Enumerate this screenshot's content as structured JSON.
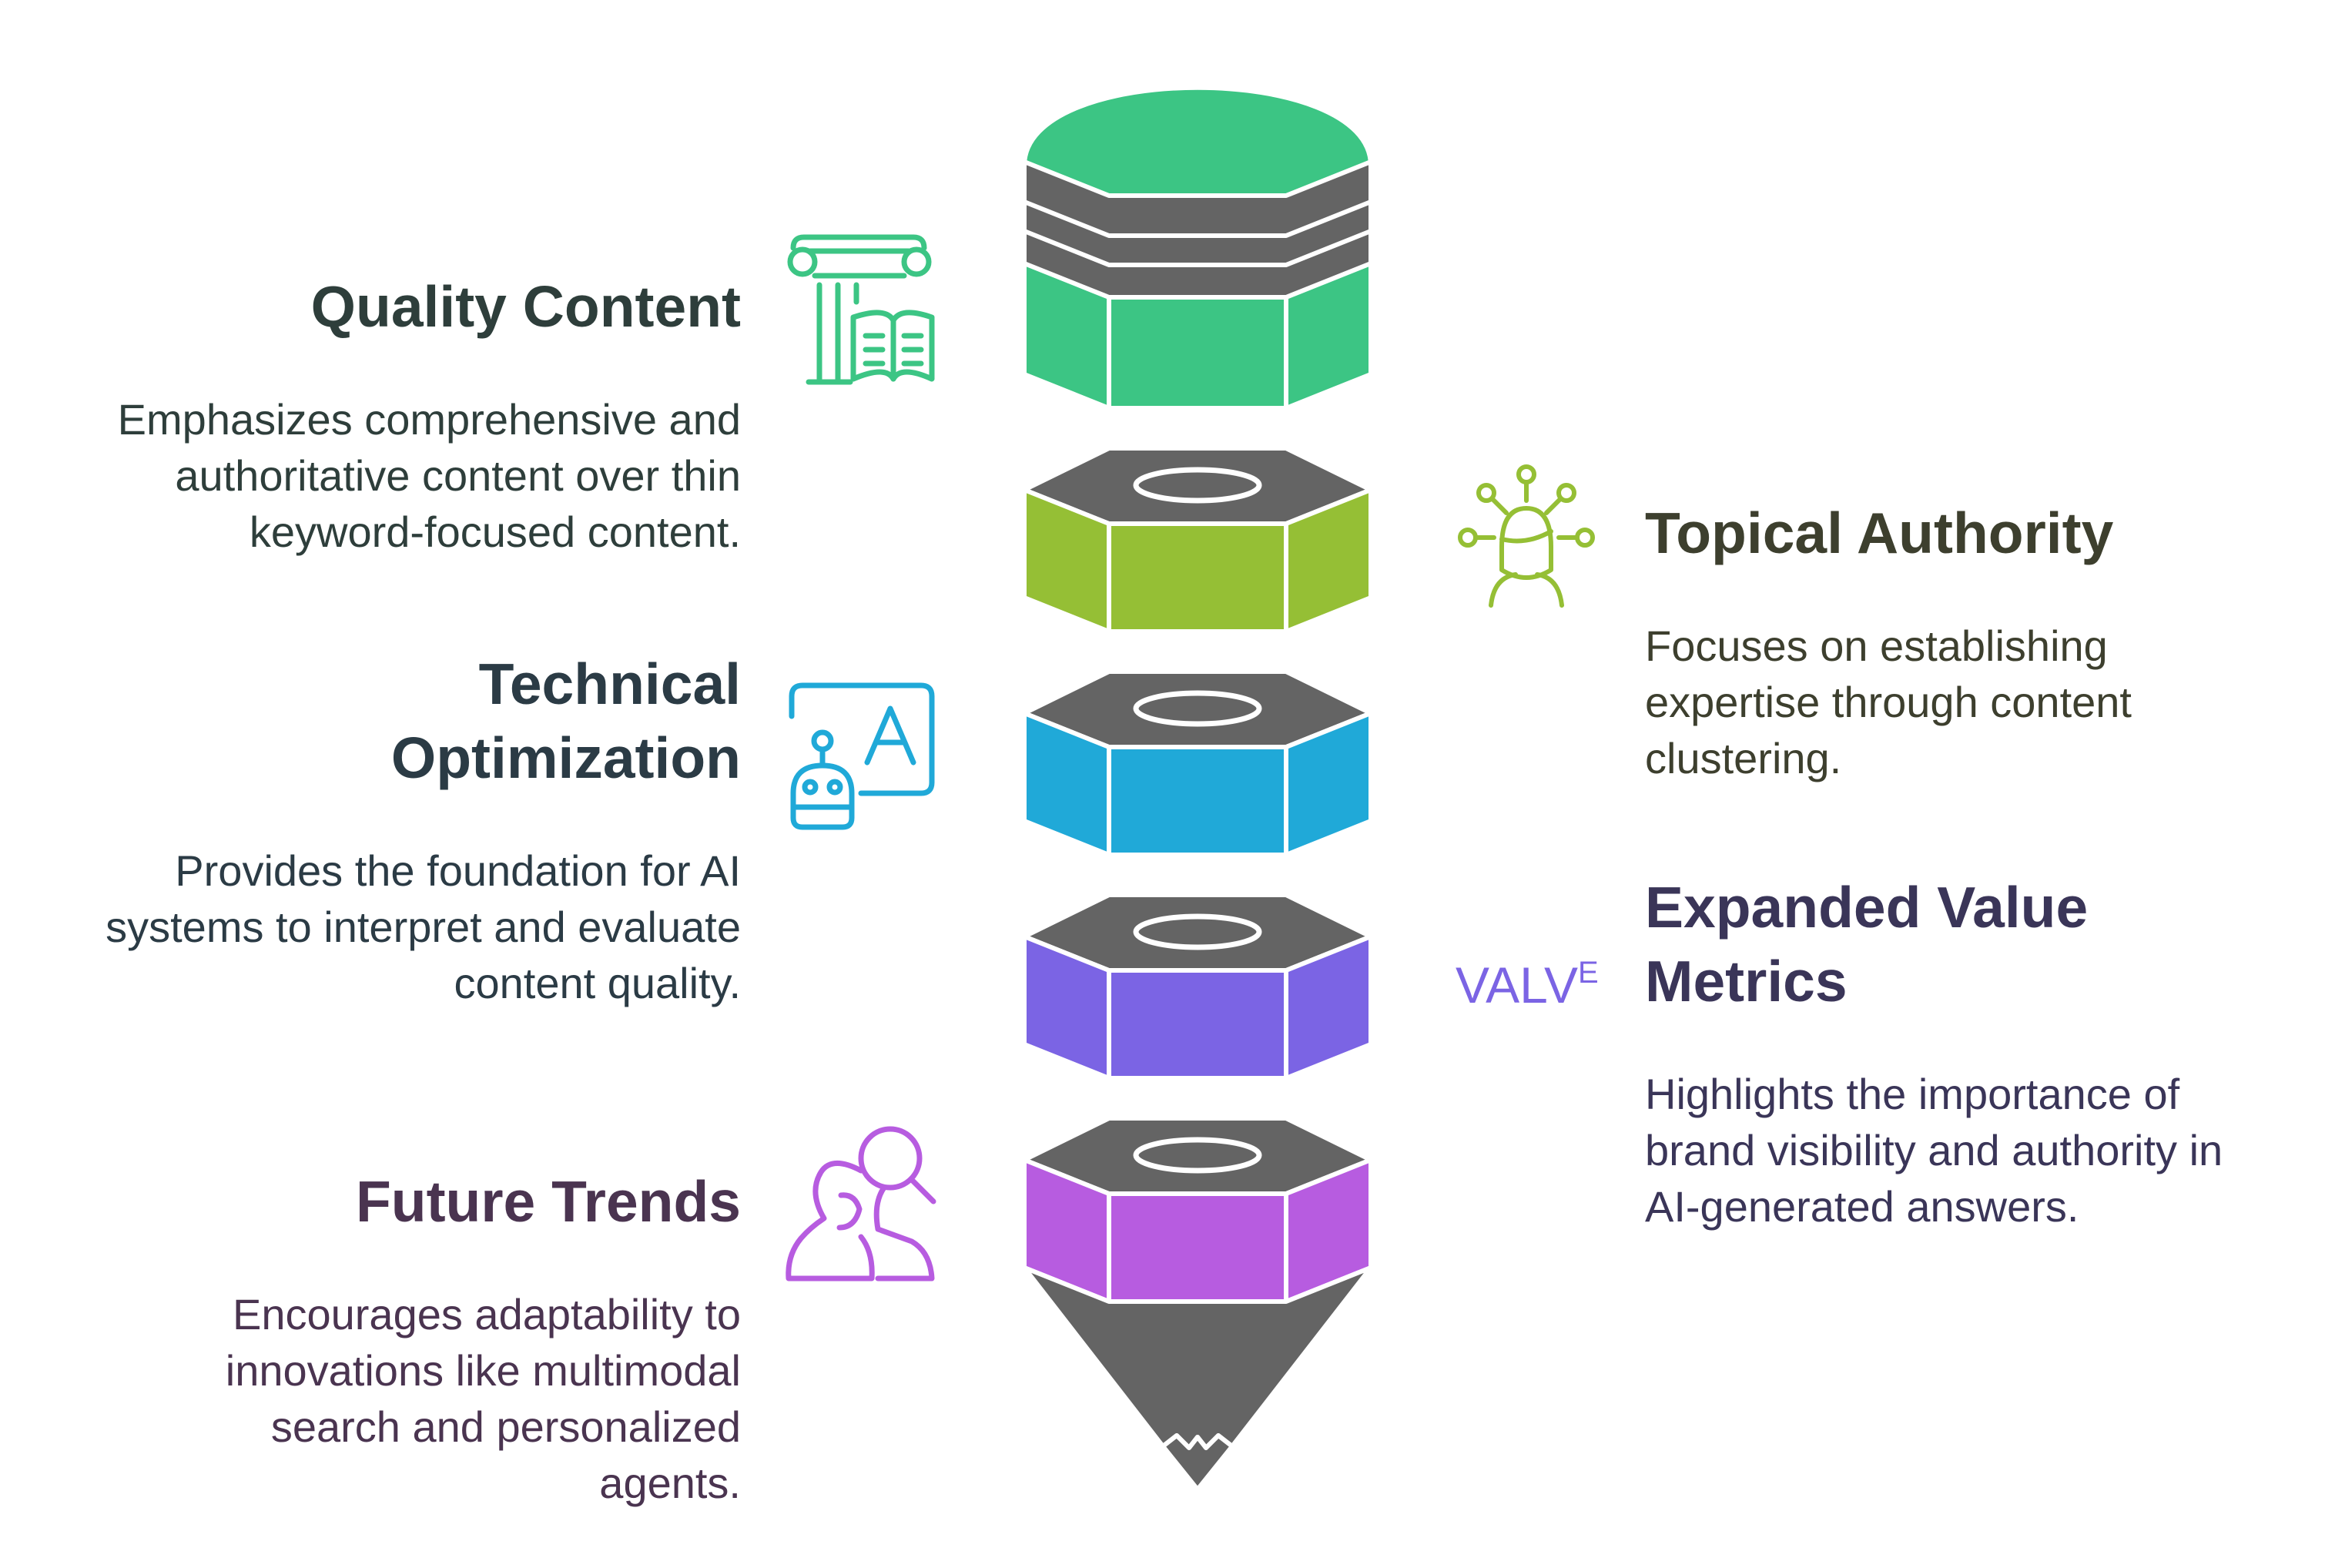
{
  "sections": [
    {
      "id": "quality-content",
      "title": "Quality Content",
      "description": "Emphasizes comprehensive and authoritative content over thin keyword-focused content.",
      "icon": "column-book-icon",
      "side": "left",
      "color": "#3cc584",
      "text_color": "#2e3e3b"
    },
    {
      "id": "topical-authority",
      "title": "Topical Authority",
      "description": "Focuses on establishing expertise through content clustering.",
      "icon": "expert-network-icon",
      "side": "right",
      "color": "#95bf35",
      "text_color": "#3d3f2e"
    },
    {
      "id": "technical-optimization",
      "title": "Technical Optimization",
      "description": "Provides the foundation for AI systems to interpret and evaluate content quality.",
      "icon": "robot-translate-icon",
      "side": "left",
      "color": "#20a9d8",
      "text_color": "#2b3b45"
    },
    {
      "id": "expanded-value-metrics",
      "title": "Expanded Value Metrics",
      "description": "Highlights the importance of brand visibility and authority in AI-generated answers.",
      "icon": "value-text-icon",
      "icon_text": "VALVE",
      "side": "right",
      "color": "#7b64e4",
      "text_color": "#3a3558"
    },
    {
      "id": "future-trends",
      "title": "Future Trends",
      "description": "Encourages adaptability to innovations like multimodal search and personalized agents.",
      "icon": "people-search-icon",
      "side": "left",
      "color": "#b75ce0",
      "text_color": "#4a3450"
    }
  ],
  "colors": {
    "gray": "#646464",
    "outline": "#ffffff"
  }
}
